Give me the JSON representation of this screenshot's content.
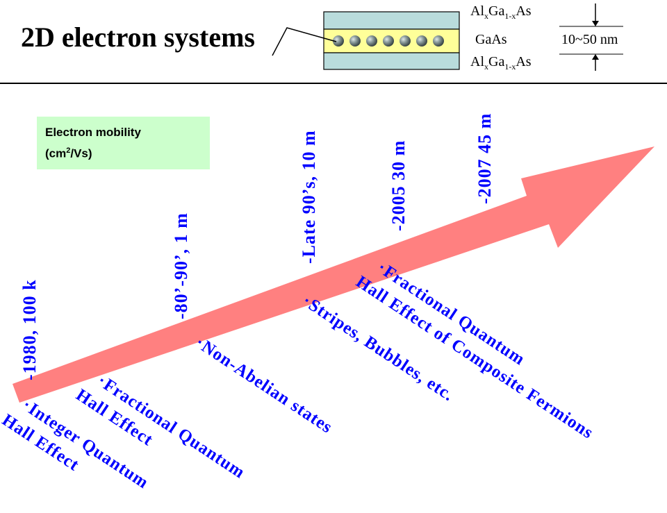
{
  "title": "2D electron systems",
  "heterostructure": {
    "top_layer": {
      "base": "Al",
      "sub1": "x",
      "mid": "Ga",
      "sub2": "1-x",
      "tail": "As"
    },
    "middle_layer": "GaAs",
    "bottom_layer": {
      "base": "Al",
      "sub1": "x",
      "mid": "Ga",
      "sub2": "1-x",
      "tail": "As"
    },
    "thickness": "10~50 nm",
    "colors": {
      "barrier": "#b9dcdc",
      "well": "#ffff99",
      "electron": "#5a6a6a"
    }
  },
  "legend": {
    "line1": "Electron mobility",
    "line2_prefix": "(cm",
    "line2_sup": "2",
    "line2_suffix": "/Vs)"
  },
  "arrow_color": "#ff8080",
  "milestones": [
    {
      "label": "-1980, 100 k"
    },
    {
      "label": "-80’-90’, 1 m"
    },
    {
      "label": "-Late 90’s, 10 m"
    },
    {
      "label": "-2005 30 m"
    },
    {
      "label": "-2007 45 m"
    }
  ],
  "discoveries": [
    {
      "bullet": "▪",
      "line1": "Integer Quantum",
      "line2": "Hall Effect"
    },
    {
      "bullet": "▪",
      "line1": "Fractional Quantum",
      "line2": "Hall Effect"
    },
    {
      "bullet": "▪",
      "line1": "Non-Abelian states",
      "line2": ""
    },
    {
      "bullet": "▪",
      "line1": "Stripes, Bubbles, etc.",
      "line2": ""
    },
    {
      "bullet": "▪",
      "line1": "Fractional Quantum",
      "line2": "Hall Effect of Composite Fermions"
    }
  ]
}
